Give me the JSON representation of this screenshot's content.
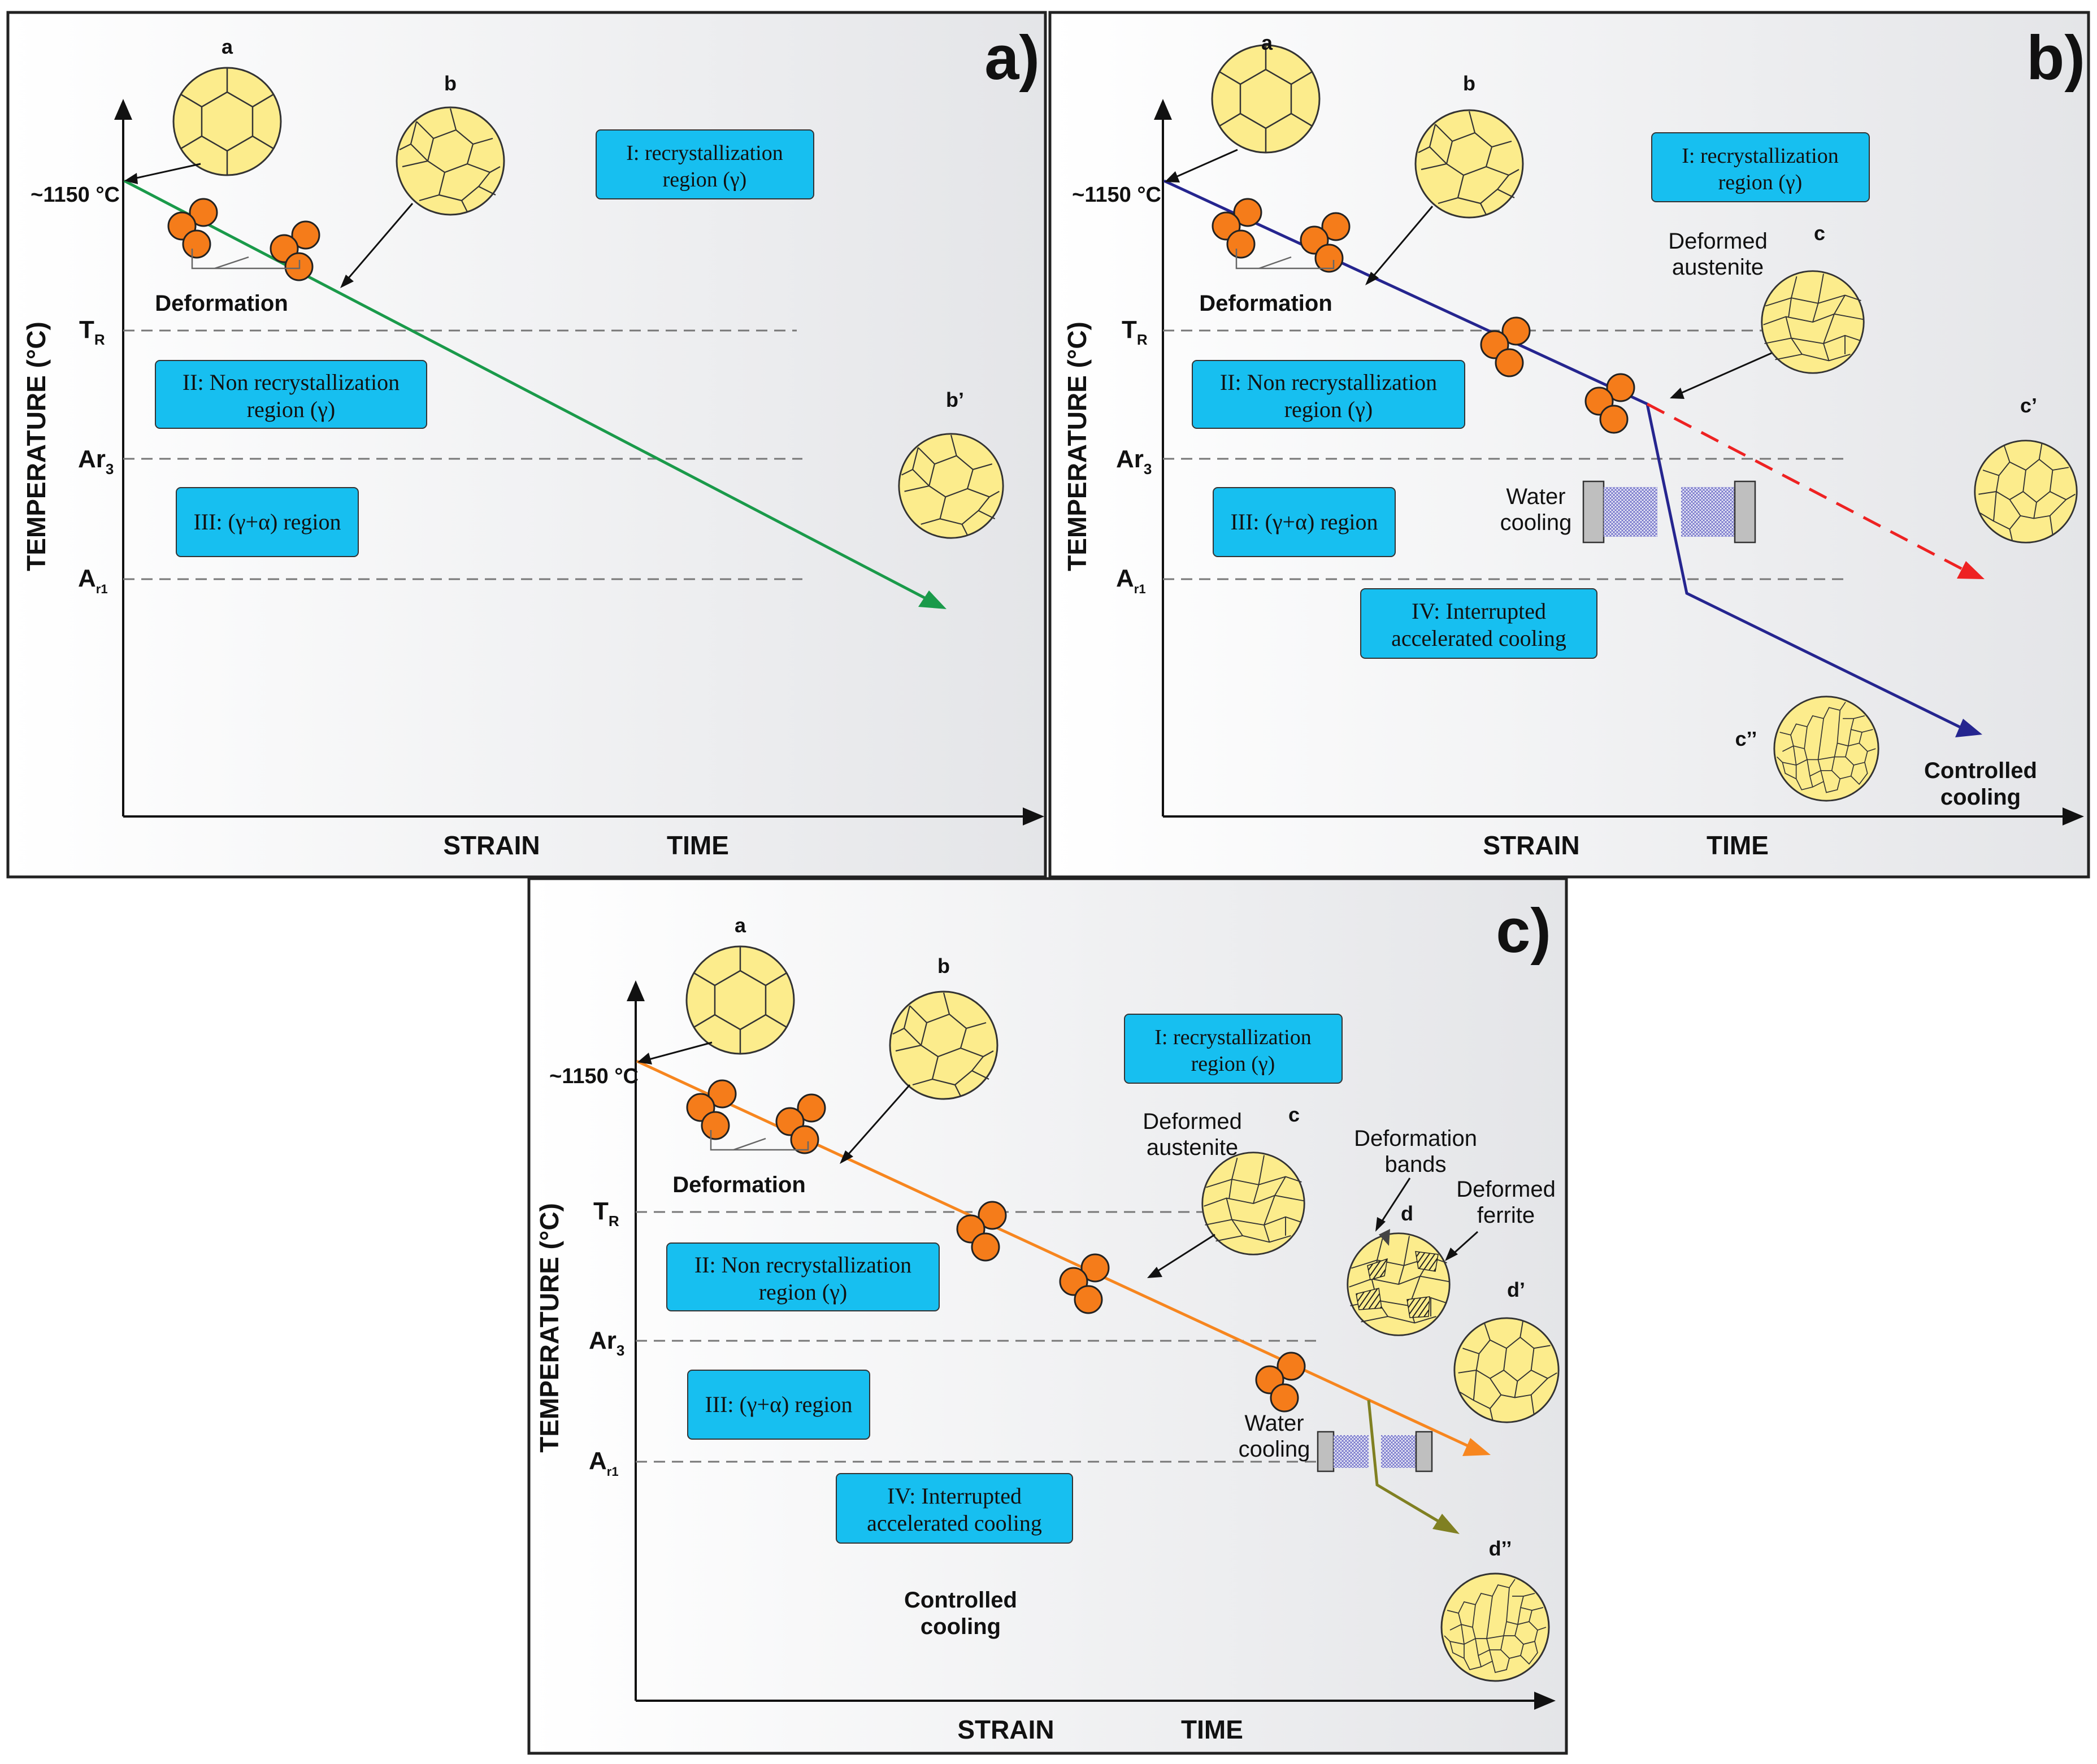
{
  "panels": [
    {
      "id": "a",
      "panel_label": "a)",
      "temp_start": "~1150 °C",
      "tr": "T",
      "tr_sub": "R",
      "ar3": "Ar",
      "ar3_sub": "3",
      "ar1": "A",
      "ar1_sub": "r1",
      "y_axis": "TEMPERATURE (°C)",
      "x_strain": "STRAIN",
      "x_time": "TIME",
      "deformation": "Deformation",
      "grain_a": "a",
      "grain_b": "b",
      "grain_b_prime": "b’",
      "region1_line1": "I: recrystallization",
      "region1_line2": "region  (γ)",
      "region2_line1": "II: Non recrystallization",
      "region2_line2": "region (γ)",
      "region3": "III: (γ+α) region"
    },
    {
      "id": "b",
      "panel_label": "b)",
      "temp_start": "~1150 °C",
      "tr": "T",
      "tr_sub": "R",
      "ar3": "Ar",
      "ar3_sub": "3",
      "ar1": "A",
      "ar1_sub": "r1",
      "y_axis": "TEMPERATURE (°C)",
      "x_strain": "STRAIN",
      "x_time": "TIME",
      "deformation": "Deformation",
      "grain_a": "a",
      "grain_b": "b",
      "grain_c": "c",
      "grain_c_prime": "c’",
      "grain_c_dprime": "c’’",
      "deformed_austenite_1": "Deformed",
      "deformed_austenite_2": "austenite",
      "water_1": "Water",
      "water_2": "cooling",
      "controlled_1": "Controlled",
      "controlled_2": "cooling",
      "region1_line1": "I: recrystallization",
      "region1_line2": "region  (γ)",
      "region2_line1": "II: Non recrystallization",
      "region2_line2": "region (γ)",
      "region3": "III: (γ+α) region",
      "region4_line1": "IV: Interrupted",
      "region4_line2": "accelerated cooling"
    },
    {
      "id": "c",
      "panel_label": "c)",
      "temp_start": "~1150 °C",
      "tr": "T",
      "tr_sub": "R",
      "ar3": "Ar",
      "ar3_sub": "3",
      "ar1": "A",
      "ar1_sub": "r1",
      "y_axis": "TEMPERATURE (°C)",
      "x_strain": "STRAIN",
      "x_time": "TIME",
      "deformation": "Deformation",
      "grain_a": "a",
      "grain_b": "b",
      "grain_c": "c",
      "grain_d": "d",
      "grain_d_prime": "d’",
      "grain_d_dprime": "d’’",
      "deformed_austenite_1": "Deformed",
      "deformed_austenite_2": "austenite",
      "deformation_bands_1": "Deformation",
      "deformation_bands_2": "bands",
      "deformed_ferrite_1": "Deformed",
      "deformed_ferrite_2": "ferrite",
      "water_1": "Water",
      "water_2": "cooling",
      "controlled_1": "Controlled",
      "controlled_2": "cooling",
      "region1_line1": "I: recrystallization",
      "region1_line2": "region  (γ)",
      "region2_line1": "II: Non recrystallization",
      "region2_line2": "region (γ)",
      "region3": "III: (γ+α) region",
      "region4_line1": "IV: Interrupted",
      "region4_line2": "accelerated cooling"
    }
  ],
  "colors": {
    "box_fill": "#17bff0",
    "grain_fill": "#fcec8c",
    "roller_fill": "#f57c1a",
    "line_a": "#1a9a4a",
    "line_b": "#25258f",
    "line_b_dashed": "#ee2222",
    "line_c": "#f7861f",
    "line_c_branch": "#808022"
  }
}
